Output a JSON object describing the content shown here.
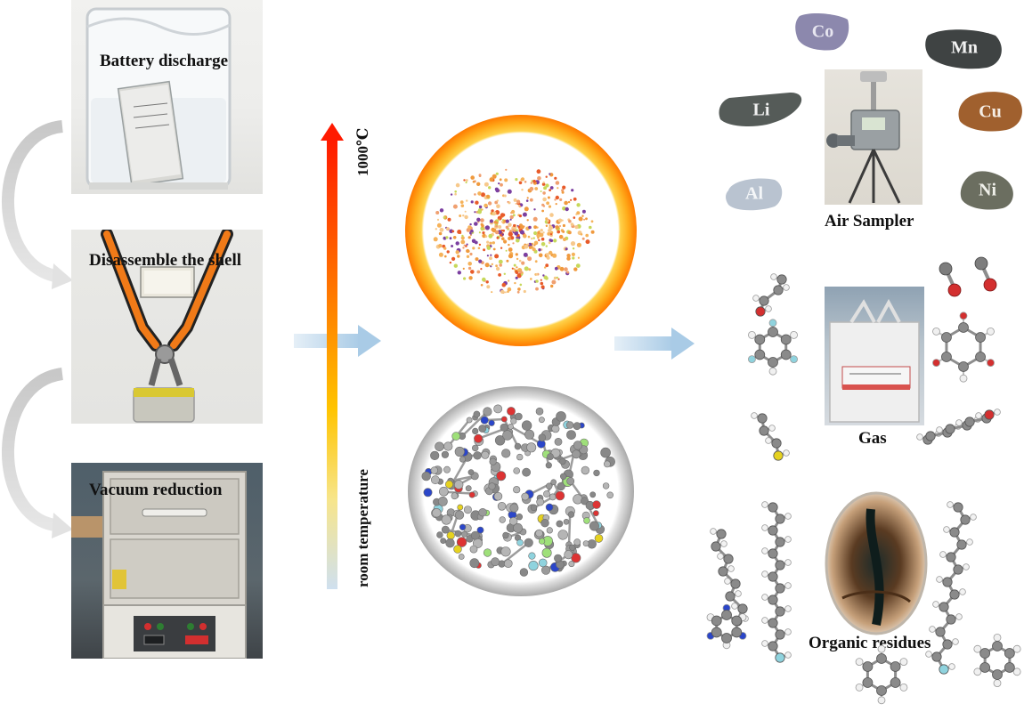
{
  "steps": {
    "battery_discharge": "Battery discharge",
    "disassemble_shell": "Disassemble the shell",
    "vacuum_reduction": "Vacuum reduction"
  },
  "temperature": {
    "high": "1000℃",
    "low": "room temperature"
  },
  "metals": [
    "Co",
    "Mn",
    "Li",
    "Cu",
    "Al",
    "Ni"
  ],
  "captions": {
    "air_sampler": "Air Sampler",
    "gas": "Gas",
    "organic_residues": "Organic residues"
  },
  "colors": {
    "Co": "#8c88ad",
    "Mn": "#3f4343",
    "Li": "#555b58",
    "Cu": "#a0602e",
    "Al": "#b9c3d0",
    "Ni": "#6b6e60",
    "arrow_blue": "#a9cbe6",
    "gradient_top": "#ff1a00",
    "gradient_mid": "#ffb300",
    "gradient_bottom": "#cfe0ef"
  }
}
